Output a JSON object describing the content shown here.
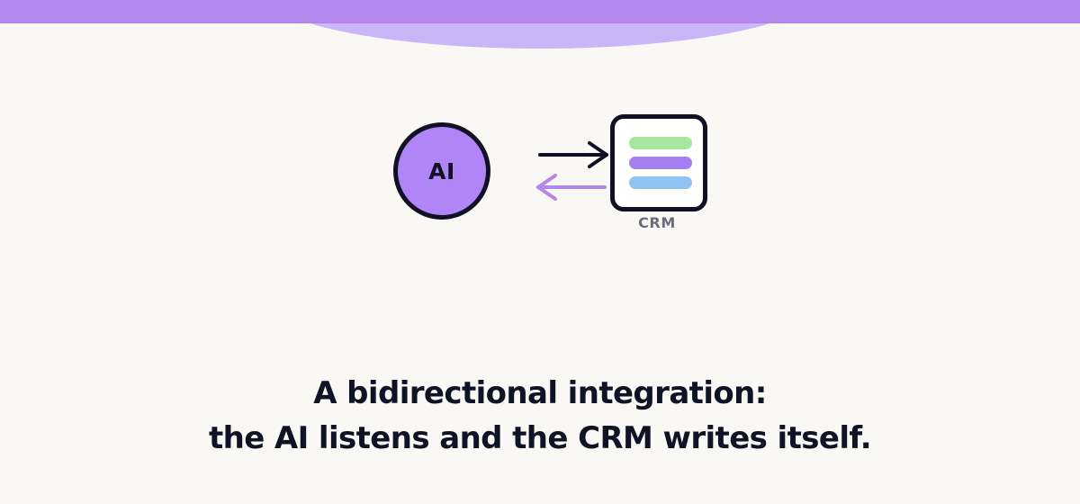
{
  "diagram": {
    "ai_label": "AI",
    "crm_label": "CRM"
  },
  "headline": {
    "line1": "A bidirectional integration:",
    "line2": "the AI listens and the CRM writes itself."
  },
  "colors": {
    "background": "#faf8f4",
    "top_bar": "#b388ec",
    "top_blob": "#c9b6f7",
    "ai_node": "#b085f5",
    "outline": "#111024",
    "arrow_forward": "#111024",
    "arrow_back": "#b388ec",
    "crm_line_green": "#a6e6a1",
    "crm_line_purple": "#a57ef0",
    "crm_line_blue": "#8fc3f4",
    "crm_label": "#6b6c78"
  },
  "icons": {
    "forward_arrow": "arrow-right-icon",
    "back_arrow": "arrow-left-icon",
    "crm": "crm-card-icon"
  }
}
